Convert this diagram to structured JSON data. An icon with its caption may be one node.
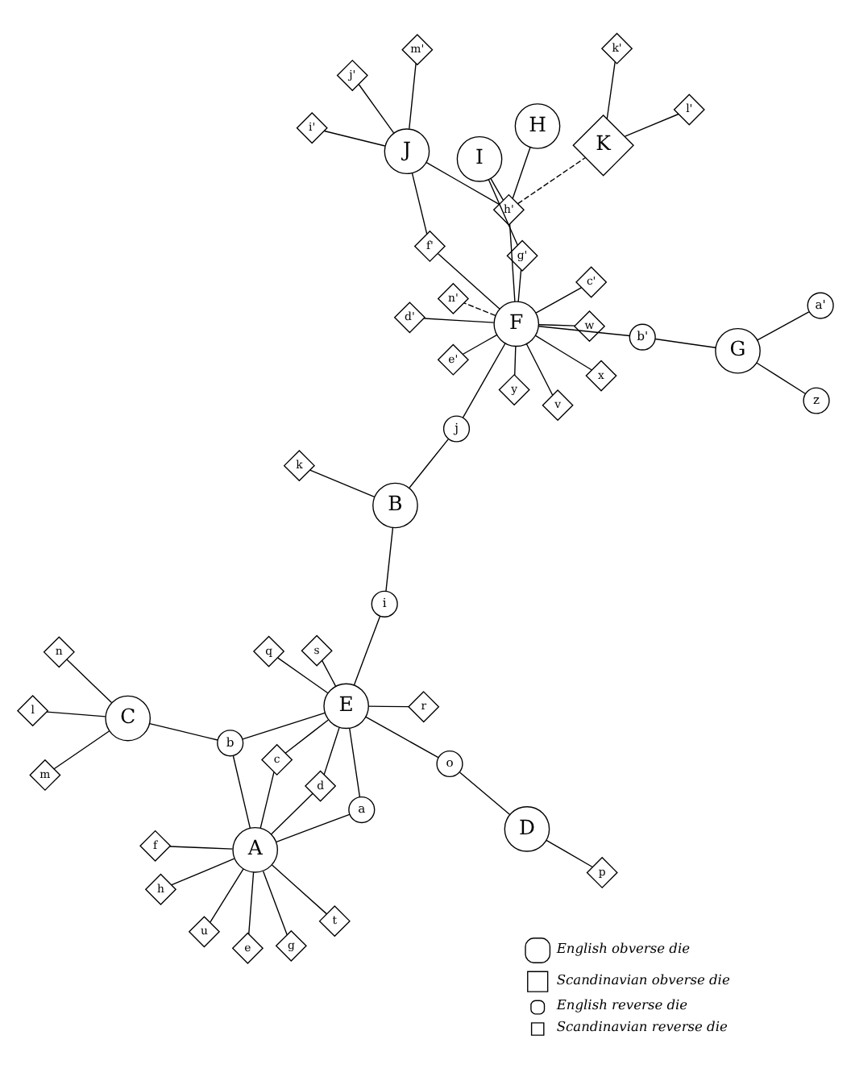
{
  "diagram": {
    "nodes": [
      {
        "text": [
          "C"
        ]
      },
      {
        "text": [
          "m"
        ]
      },
      {
        "text": [
          "l"
        ]
      },
      {
        "text": [
          "n"
        ]
      },
      {
        "text": [
          "D"
        ]
      },
      {
        "text": [
          "p"
        ]
      },
      {
        "text": [
          "b"
        ]
      },
      {
        "text": [
          "o"
        ]
      },
      {
        "text": [
          "A"
        ]
      },
      {
        "text": [
          "E"
        ]
      },
      {
        "text": [
          "a"
        ]
      },
      {
        "text": [
          "h"
        ]
      },
      {
        "text": [
          "g"
        ]
      },
      {
        "text": [
          "t"
        ]
      },
      {
        "text": [
          "f"
        ]
      },
      {
        "text": [
          "u"
        ]
      },
      {
        "text": [
          "e"
        ]
      },
      {
        "text": [
          "c"
        ]
      },
      {
        "text": [
          "d"
        ]
      },
      {
        "text": [
          "s"
        ]
      },
      {
        "text": [
          "r"
        ]
      },
      {
        "text": [
          "q"
        ]
      },
      {
        "text": [
          "i"
        ]
      },
      {
        "text": [
          "B"
        ]
      },
      {
        "text": [
          "k"
        ]
      },
      {
        "text": [
          "j"
        ]
      },
      {
        "text": [
          "F"
        ]
      },
      {
        "text": [
          "J"
        ]
      },
      {
        "text": [
          "K"
        ]
      },
      {
        "text": [
          "H"
        ]
      },
      {
        "text": [
          "I"
        ]
      },
      {
        "text": [
          "h'"
        ]
      },
      {
        "text": [
          "i'"
        ]
      },
      {
        "text": [
          "j'"
        ]
      },
      {
        "text": [
          "m'"
        ]
      },
      {
        "text": [
          "k'"
        ]
      },
      {
        "text": [
          "l'"
        ]
      },
      {
        "text": [
          "c'"
        ]
      },
      {
        "text": [
          "d'"
        ]
      },
      {
        "text": [
          "e'"
        ]
      },
      {
        "text": [
          "f'"
        ]
      },
      {
        "text": [
          "n'"
        ]
      },
      {
        "text": [
          "g'"
        ]
      },
      {
        "text": [
          "w"
        ]
      },
      {
        "text": [
          "x"
        ]
      },
      {
        "text": [
          "y"
        ]
      },
      {
        "text": [
          "v"
        ]
      },
      {
        "text": [
          "b'"
        ]
      },
      {
        "text": [
          "G"
        ]
      },
      {
        "text": [
          "z"
        ]
      },
      {
        "text": [
          "a'"
        ]
      }
    ],
    "edges": [
      {
        "from": 0,
        "to": 1,
        "arrow": "none"
      },
      {
        "from": 0,
        "to": 2,
        "arrow": "none"
      },
      {
        "from": 0,
        "to": 3,
        "arrow": "none"
      },
      {
        "from": 0,
        "to": 6,
        "arrow": "none"
      },
      {
        "from": 4,
        "to": 5,
        "arrow": "none"
      },
      {
        "from": 4,
        "to": 7,
        "arrow": "none"
      },
      {
        "from": 7,
        "to": 9,
        "arrow": "none"
      },
      {
        "from": 6,
        "to": 8,
        "arrow": "none"
      },
      {
        "from": 6,
        "to": 9,
        "arrow": "none"
      },
      {
        "from": 10,
        "to": 8,
        "arrow": "none"
      },
      {
        "from": 10,
        "to": 9,
        "arrow": "none"
      },
      {
        "from": 8,
        "to": 11,
        "arrow": "none"
      },
      {
        "from": 8,
        "to": 12,
        "arrow": "none"
      },
      {
        "from": 8,
        "to": 13,
        "arrow": "none"
      },
      {
        "from": 8,
        "to": 14,
        "arrow": "none"
      },
      {
        "from": 8,
        "to": 15,
        "arrow": "none"
      },
      {
        "from": 8,
        "to": 16,
        "arrow": "none"
      },
      {
        "from": 8,
        "to": 17,
        "arrow": "none"
      },
      {
        "from": 17,
        "to": 9,
        "arrow": "none"
      },
      {
        "from": 8,
        "to": 18,
        "arrow": "none"
      },
      {
        "from": 18,
        "to": 9,
        "arrow": "none"
      },
      {
        "from": 9,
        "to": 19,
        "arrow": "none"
      },
      {
        "from": 9,
        "to": 20,
        "arrow": "none"
      },
      {
        "from": 9,
        "to": 21,
        "arrow": "none"
      },
      {
        "from": 9,
        "to": 22,
        "arrow": "none"
      },
      {
        "from": 22,
        "to": 23,
        "arrow": "none"
      },
      {
        "from": 23,
        "to": 24,
        "arrow": "none"
      },
      {
        "from": 23,
        "to": 25,
        "arrow": "none"
      },
      {
        "from": 25,
        "to": 26,
        "arrow": "none"
      },
      {
        "from": 26,
        "to": 37,
        "arrow": "none"
      },
      {
        "from": 26,
        "to": 38,
        "arrow": "none"
      },
      {
        "from": 26,
        "to": 39,
        "arrow": "none"
      },
      {
        "from": 26,
        "to": 40,
        "arrow": "none"
      },
      {
        "from": 40,
        "to": 27,
        "arrow": "none"
      },
      {
        "from": 26,
        "to": 41,
        "arrow": "none",
        "style": "dashed"
      },
      {
        "from": 26,
        "to": 31,
        "arrow": "none"
      },
      {
        "from": 31,
        "to": 27,
        "arrow": "none"
      },
      {
        "from": 31,
        "to": 28,
        "arrow": "none",
        "style": "dashed"
      },
      {
        "from": 31,
        "to": 29,
        "arrow": "none"
      },
      {
        "from": 31,
        "to": 30,
        "arrow": "none"
      },
      {
        "from": 26,
        "to": 42,
        "arrow": "none"
      },
      {
        "from": 42,
        "to": 30,
        "arrow": "none"
      },
      {
        "from": 26,
        "to": 43,
        "arrow": "none"
      },
      {
        "from": 26,
        "to": 44,
        "arrow": "none"
      },
      {
        "from": 26,
        "to": 45,
        "arrow": "none"
      },
      {
        "from": 26,
        "to": 46,
        "arrow": "none"
      },
      {
        "from": 26,
        "to": 47,
        "arrow": "none"
      },
      {
        "from": 47,
        "to": 48,
        "arrow": "none"
      },
      {
        "from": 48,
        "to": 49,
        "arrow": "none"
      },
      {
        "from": 48,
        "to": 50,
        "arrow": "none"
      },
      {
        "from": 27,
        "to": 32,
        "arrow": "none"
      },
      {
        "from": 27,
        "to": 33,
        "arrow": "none"
      },
      {
        "from": 27,
        "to": 34,
        "arrow": "none"
      },
      {
        "from": 28,
        "to": 35,
        "arrow": "none"
      },
      {
        "from": 28,
        "to": 36,
        "arrow": "none"
      }
    ],
    "legend": [
      {
        "text": "English obverse die"
      },
      {
        "text": "Scandinavian obverse die"
      },
      {
        "text": "English reverse die"
      },
      {
        "text": "Scandinavian reverse die"
      }
    ]
  }
}
